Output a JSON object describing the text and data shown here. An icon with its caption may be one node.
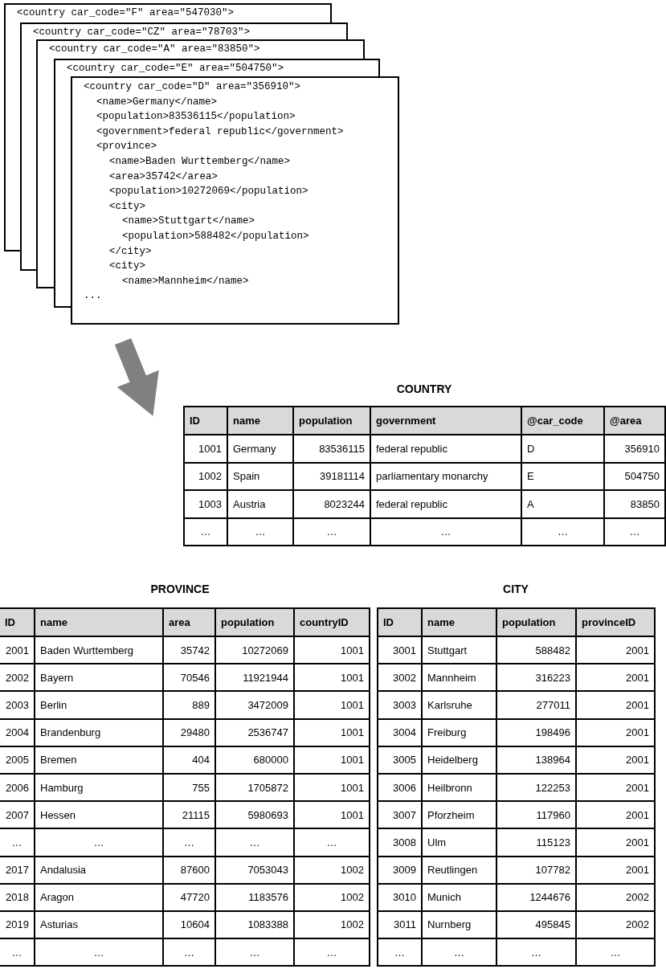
{
  "diagram": {
    "nodes": [
      {
        "text": [
          "<country car_code=\"F\" area=\"547030\">"
        ]
      },
      {
        "text": [
          "<country car_code=\"CZ\" area=\"78703\">"
        ]
      },
      {
        "text": [
          "<country car_code=\"A\" area=\"83850\">"
        ]
      },
      {
        "text": [
          "<country car_code=\"E\" area=\"504750\">"
        ]
      },
      {
        "text": [
          "<country car_code=\"D\" area=\"356910\">",
          "<name>Germany</name>",
          "<population>83536115</population>",
          "<government>federal republic</government>",
          "<province>",
          "<name>Baden Wurttemberg</name>",
          "<area>35742</area>",
          "<population>10272069</population>",
          "<city>",
          "<name>Stuttgart</name>",
          "<population>588482</population>",
          "</city>",
          "<city>",
          "<name>Mannheim</name>",
          "..."
        ]
      }
    ],
    "labels": [
      "COUNTRY",
      "ID",
      "name",
      "population",
      "government",
      "@car_code",
      "@area",
      "1001",
      "Germany",
      "83536115",
      "federal republic",
      "D",
      "356910",
      "1002",
      "Spain",
      "39181114",
      "parliamentary monarchy",
      "E",
      "504750",
      "1003",
      "Austria",
      "8023244",
      "federal republic",
      "A",
      "83850",
      "…",
      "…",
      "…",
      "…",
      "…",
      "…",
      "PROVINCE",
      "ID",
      "name",
      "area",
      "population",
      "countryID",
      "2001",
      "Baden Wurttemberg",
      "35742",
      "10272069",
      "1001",
      "2002",
      "Bayern",
      "70546",
      "11921944",
      "1001",
      "2003",
      "Berlin",
      "889",
      "3472009",
      "1001",
      "2004",
      "Brandenburg",
      "29480",
      "2536747",
      "1001",
      "2005",
      "Bremen",
      "404",
      "680000",
      "1001",
      "2006",
      "Hamburg",
      "755",
      "1705872",
      "1001",
      "2007",
      "Hessen",
      "21115",
      "5980693",
      "1001",
      "…",
      "…",
      "…",
      "…",
      "…",
      "2017",
      "Andalusia",
      "87600",
      "7053043",
      "1002",
      "2018",
      "Aragon",
      "47720",
      "1183576",
      "1002",
      "2019",
      "Asturias",
      "10604",
      "1083388",
      "1002",
      "…",
      "…",
      "…",
      "…",
      "…",
      "CITY",
      "ID",
      "name",
      "population",
      "provinceID",
      "3001",
      "Stuttgart",
      "588482",
      "2001",
      "3002",
      "Mannheim",
      "316223",
      "2001",
      "3003",
      "Karlsruhe",
      "277011",
      "2001",
      "3004",
      "Freiburg",
      "198496",
      "2001",
      "3005",
      "Heidelberg",
      "138964",
      "2001",
      "3006",
      "Heilbronn",
      "122253",
      "2001",
      "3007",
      "Pforzheim",
      "117960",
      "2001",
      "3008",
      "Ulm",
      "115123",
      "2001",
      "3009",
      "Reutlingen",
      "107782",
      "2001",
      "3010",
      "Munich",
      "1244676",
      "2002",
      "3011",
      "Nurnberg",
      "495845",
      "2002",
      "…",
      "…",
      "…",
      "…"
    ]
  }
}
